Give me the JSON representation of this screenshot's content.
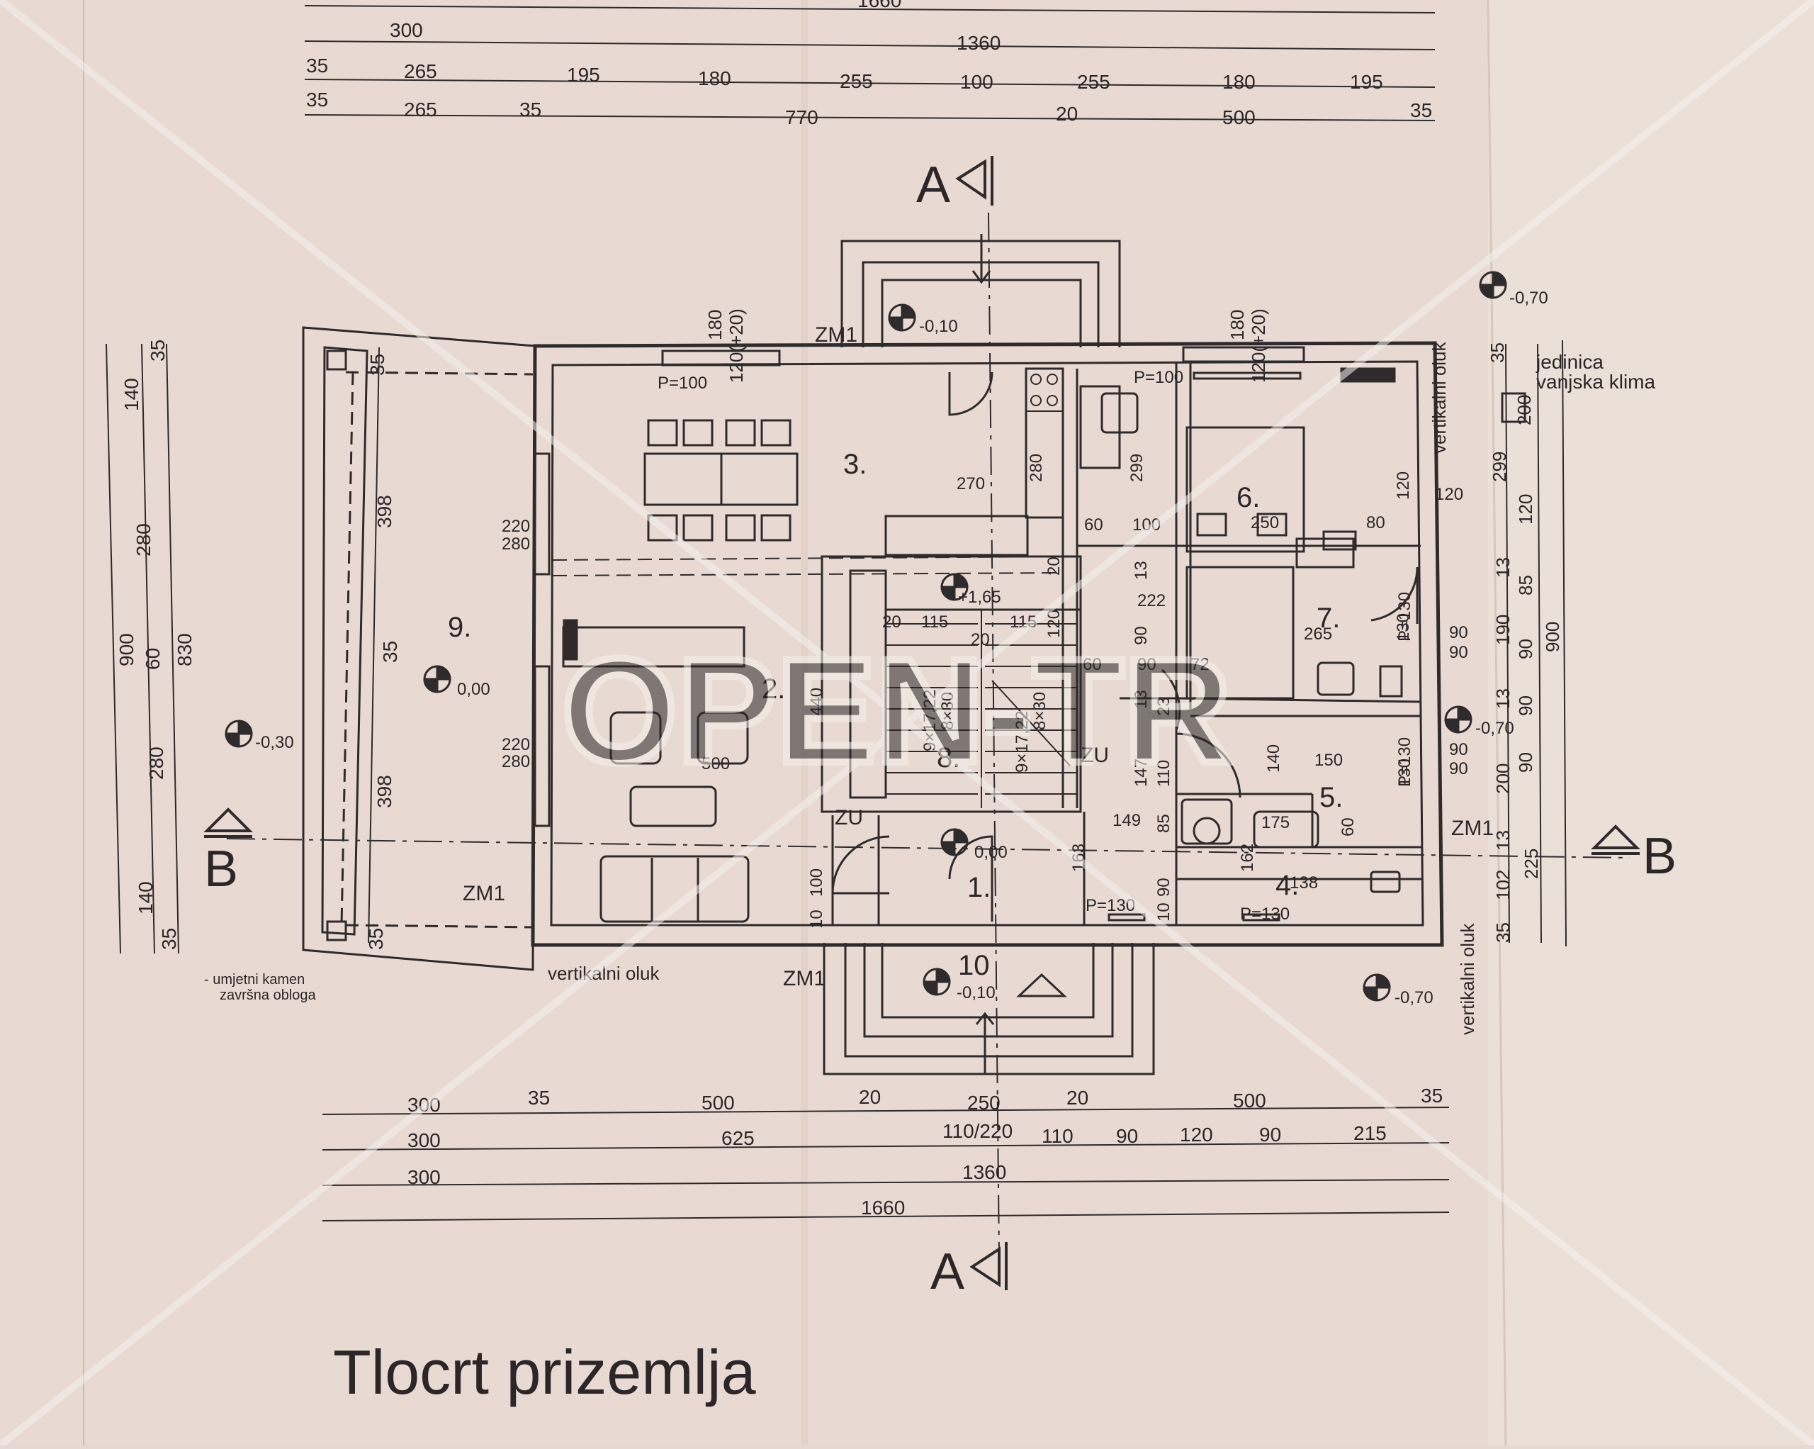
{
  "title": "Tlocrt prizemlja",
  "watermark": "OPEN-TR",
  "top_dims": {
    "overall": "1660",
    "row1": [
      "300",
      "1360"
    ],
    "row2": [
      "35",
      "265",
      "195",
      "180",
      "255",
      "100",
      "255",
      "180",
      "195"
    ],
    "row3": [
      "35",
      "265",
      "35",
      "770",
      "20",
      "500",
      "35"
    ]
  },
  "bottom_dims": {
    "row1": [
      "300",
      "35",
      "500",
      "20",
      "250",
      "20",
      "500",
      "35"
    ],
    "row2": [
      "300",
      "625",
      "110/220",
      "110",
      "90",
      "120",
      "90",
      "215"
    ],
    "row3": [
      "300",
      "1360"
    ],
    "row4": [
      "1660"
    ]
  },
  "left_dims": {
    "outer": [
      "900"
    ],
    "mid": [
      "140",
      "280",
      "60",
      "280",
      "140"
    ],
    "inner": [
      "35",
      "830",
      "35"
    ],
    "terrace": [
      "35",
      "398",
      "35",
      "398",
      "35"
    ]
  },
  "right_dims": {
    "inner": [
      "35",
      "200",
      "299",
      "120",
      "13",
      "85",
      "190",
      "90",
      "13",
      "90",
      "200",
      "90",
      "13",
      "102",
      "35"
    ],
    "outer": [
      "900",
      "225"
    ]
  },
  "rooms": [
    "1.",
    "2.",
    "3.",
    "4.",
    "5.",
    "6.",
    "7.",
    "8.",
    "9.",
    "10"
  ],
  "levels": [
    "-0,10",
    "-0,70",
    "-0,30",
    "0,00",
    "+1,65",
    "0,00",
    "-0,70",
    "-0,10",
    "-0,70"
  ],
  "section_marks": [
    "A",
    "A",
    "B",
    "B"
  ],
  "labels": {
    "zm1": "ZM1",
    "zu": "ZU",
    "gutter": "vertikalni oluk",
    "ac_unit": "jedinica",
    "ac_unit2": "vanjska klima",
    "stone1": "- umjetni kamen",
    "stone2": "završna obloga",
    "p100": "P=100",
    "p130": "P=130",
    "stair1": "9×17,22",
    "stair2": "8×30",
    "win1": "180",
    "win2": "120(+20)",
    "win3": "220",
    "win4": "280"
  },
  "interior_dims": [
    "270",
    "280",
    "60",
    "100",
    "299",
    "250",
    "80",
    "120",
    "120",
    "222",
    "265",
    "130",
    "90",
    "90",
    "20",
    "115",
    "115",
    "20",
    "60",
    "90",
    "72",
    "13",
    "23",
    "147",
    "110",
    "149",
    "85",
    "140",
    "150",
    "130",
    "90",
    "90",
    "60",
    "175",
    "163",
    "162",
    "138",
    "500",
    "440",
    "10",
    "100",
    "90",
    "10",
    "120",
    "20",
    "13",
    "90"
  ]
}
